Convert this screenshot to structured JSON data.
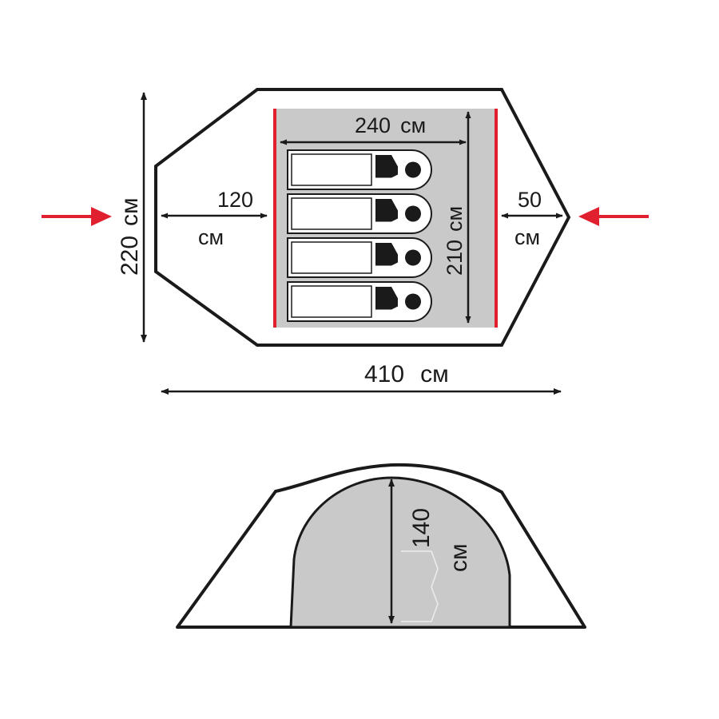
{
  "colors": {
    "outline": "#1a1a1a",
    "inner_fill": "#c9c9c9",
    "accent_red": "#e0202e",
    "canvas": "#ffffff"
  },
  "top_view": {
    "total_width_value": "410",
    "total_width_unit": "см",
    "total_depth_value": "220",
    "total_depth_unit": "см",
    "inner_width_value": "240",
    "inner_width_unit": "см",
    "inner_depth_value": "210",
    "inner_depth_unit": "см",
    "vestibule_left_value": "120",
    "vestibule_left_unit": "см",
    "vestibule_right_value": "50",
    "vestibule_right_unit": "см",
    "sleeping_places": 4
  },
  "side_view": {
    "height_value": "140",
    "height_unit": "см"
  },
  "icons": {
    "entrance_left": "entrance-arrow-icon",
    "entrance_right": "entrance-arrow-icon",
    "sleeper": "sleeping-bag-icon"
  }
}
